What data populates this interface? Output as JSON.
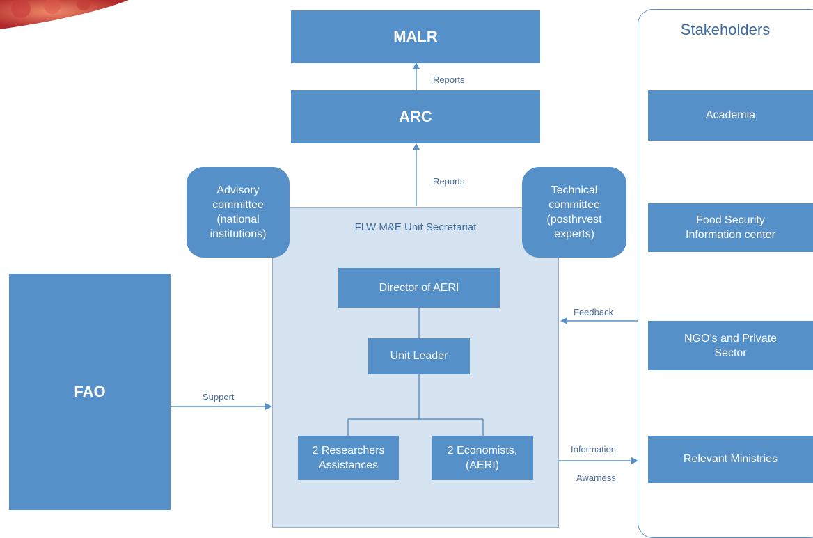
{
  "nodes": {
    "malr": "MALR",
    "arc": "ARC",
    "advisory": "Advisory committee (national institutions)",
    "technical": "Technical committee (posthrvest experts)",
    "secretariat": "FLW M&E Unit Secretariat",
    "director": "Director of AERI",
    "unit_leader": "Unit Leader",
    "researchers": "2 Researchers Assistances",
    "economists": "2 Economists, (AERI)",
    "fao": "FAO"
  },
  "stakeholders": {
    "title": "Stakeholders",
    "items": [
      "Academia",
      "Food Security Information center",
      "NGO’s and Private Sector",
      "Relevant Ministries"
    ]
  },
  "edge_labels": {
    "arc_to_malr": "Reports",
    "unit_to_arc": "Reports",
    "fao_support": "Support",
    "feedback": "Feedback",
    "information": "Information",
    "awareness": "Awarness"
  },
  "colors": {
    "box": "#5690c9",
    "panel": "#d6e4f1",
    "line": "#5690c9",
    "label": "#4a6e98"
  }
}
